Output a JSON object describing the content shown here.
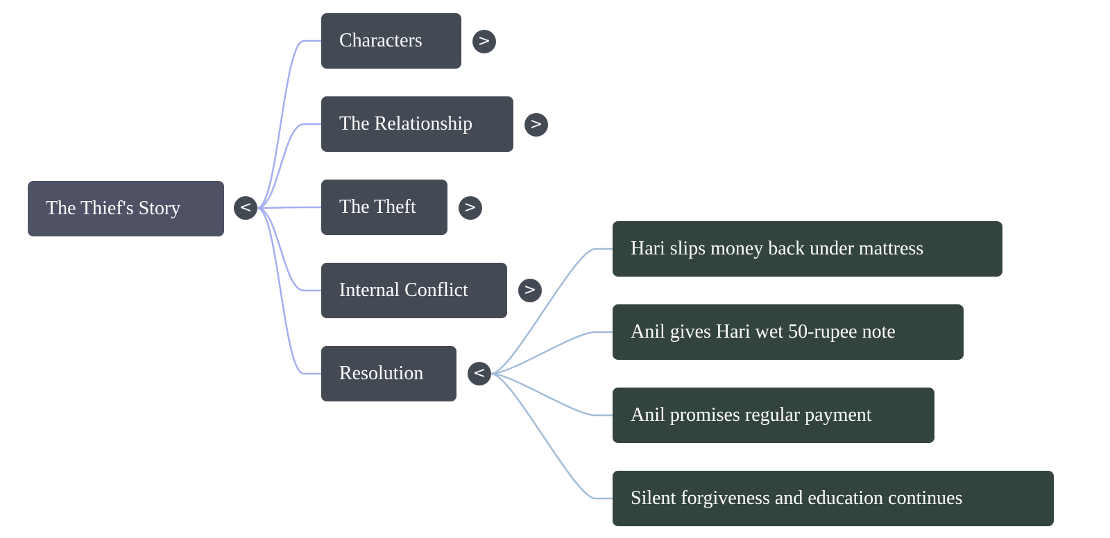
{
  "root": {
    "label": "The Thief's Story",
    "toggle": "<"
  },
  "branches": [
    {
      "label": "Characters",
      "toggle": ">"
    },
    {
      "label": "The Relationship",
      "toggle": ">"
    },
    {
      "label": "The Theft",
      "toggle": ">"
    },
    {
      "label": "Internal Conflict",
      "toggle": ">"
    },
    {
      "label": "Resolution",
      "toggle": "<",
      "children": [
        "Hari slips money back under mattress",
        "Anil gives Hari wet 50-rupee note",
        "Anil promises regular payment",
        "Silent forgiveness and education continues"
      ]
    }
  ],
  "colors": {
    "root_node": "#4f5165",
    "branch_node": "#434a54",
    "leaf_node": "#334340",
    "root_links": "#a4aef0",
    "resolution_links": "#a3bcd8"
  }
}
